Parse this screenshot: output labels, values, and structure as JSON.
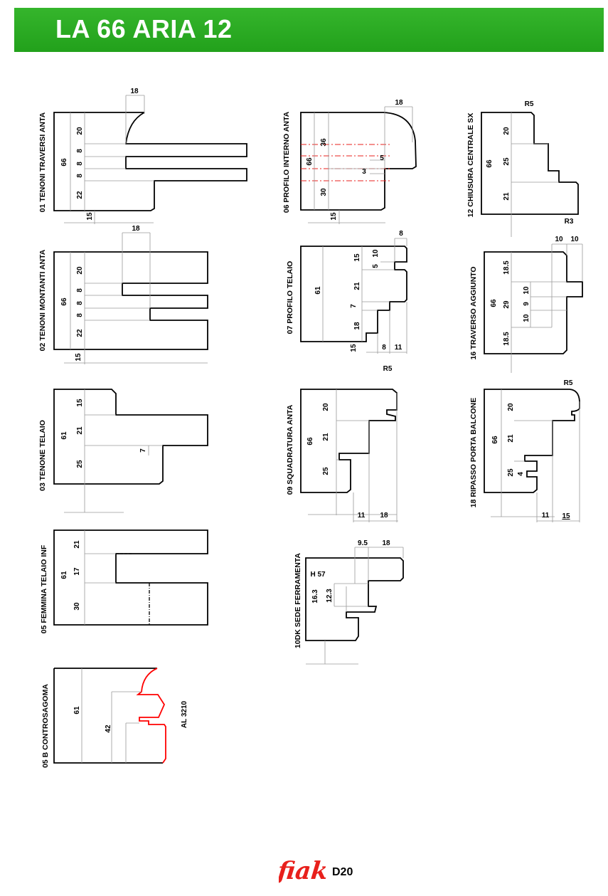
{
  "header": {
    "title": "LA 66 ARIA 12"
  },
  "footer": {
    "brand": "fiak",
    "page_code": "D20"
  },
  "colors": {
    "banner": "#27a81f",
    "profile_stroke": "#000000",
    "highlight": "#ff0000"
  },
  "profiles": {
    "p01": {
      "label": "01 TENONI TRAVERSI ANTA",
      "d_top": "18",
      "d_h": "66",
      "d1": "20",
      "d2": "8",
      "d3": "8",
      "d4": "8",
      "d5": "22",
      "d_bottom": "15"
    },
    "p02": {
      "label": "02 TENONI MONTANTI ANTA",
      "d_top": "18",
      "d_h": "66",
      "d1": "20",
      "d2": "8",
      "d3": "8",
      "d4": "8",
      "d5": "22",
      "d_bottom": "15"
    },
    "p03": {
      "label": "03 TENONE TELAIO",
      "d_h": "61",
      "d1": "15",
      "d2": "21",
      "d3": "25",
      "d4": "7"
    },
    "p05": {
      "label": "05 FEMMINA TELAIO INF",
      "d_h": "61",
      "d1": "21",
      "d2": "17",
      "d3": "30"
    },
    "p05b": {
      "label": "05 B CONTROSAGOMA",
      "d_h": "61",
      "d2": "42",
      "note": "AL  3210"
    },
    "p06": {
      "label": "06 PROFILO INTERNO ANTA",
      "d_top": "18",
      "d_h": "66",
      "d1": "36",
      "d2": "30",
      "d3": "5",
      "d4": "3",
      "d_bottom": "15"
    },
    "p07": {
      "label": "07 PROFILO TELAIO",
      "d_top": "8",
      "d_h": "61",
      "d1": "15",
      "d2": "10",
      "d3": "5",
      "d4": "21",
      "d5": "7",
      "d6": "18",
      "d7": "15",
      "d8": "8",
      "d9": "11",
      "radius": "R5"
    },
    "p09": {
      "label": "09 SQUADRATURA ANTA",
      "d_h": "66",
      "d1": "20",
      "d2": "21",
      "d3": "25",
      "d4": "11",
      "d5": "18"
    },
    "p10dk": {
      "label": "10DK SEDE FERRAMENTA",
      "d1": "9.5",
      "d2": "18",
      "h": "H 57",
      "d3": "16.3",
      "d4": "12.3"
    },
    "p12": {
      "label": "12 CHIUSURA CENTRALE SX",
      "r_top": "R5",
      "r_bottom": "R3",
      "d_h": "66",
      "d1": "20",
      "d2": "25",
      "d3": "21"
    },
    "p16": {
      "label": "16 TRAVERSO AGGIUNTO",
      "d_a": "10",
      "d_b": "10",
      "d_h": "66",
      "d1": "18.5",
      "d2": "29",
      "d3": "18.5",
      "d4": "10",
      "d5": "9",
      "d6": "10"
    },
    "p18": {
      "label": "18  RIPASSO PORTA BALCONE",
      "radius": "R5",
      "d_h": "66",
      "d1": "20",
      "d2": "21",
      "d3": "25",
      "d4": "4",
      "d5": "11",
      "d6": "15"
    }
  }
}
